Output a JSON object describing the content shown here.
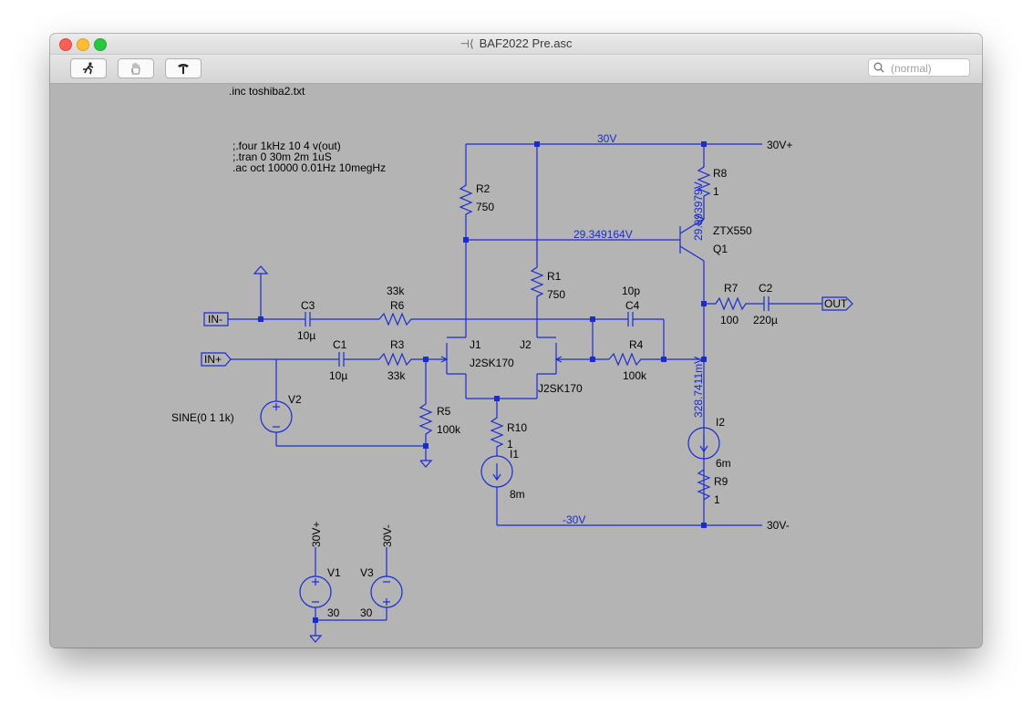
{
  "window": {
    "title": "BAF2022 Pre.asc"
  },
  "toolbar": {
    "buttons": [
      {
        "name": "run-button",
        "icon": "running-man-icon"
      },
      {
        "name": "halt-button",
        "icon": "hand-icon"
      },
      {
        "name": "probe-button",
        "icon": "probe-icon"
      }
    ],
    "search": {
      "placeholder": "(normal)",
      "value": ""
    }
  },
  "directives": {
    "inc": ".inc toshiba2.txt",
    "four": ";.four 1kHz 10 4 v(out)",
    "tran": ";.tran 0 30m 2m 1uS",
    "ac": ".ac oct 10000 0.01Hz 10megHz"
  },
  "nets": {
    "pos_rail": "30V+",
    "neg_rail": "30V-",
    "in_minus": "IN-",
    "in_plus": "IN+",
    "out": "OUT",
    "v1_top": "30V+",
    "v3_top": "30V-"
  },
  "components": {
    "R2": {
      "name": "R2",
      "value": "750"
    },
    "R1": {
      "name": "R1",
      "value": "750"
    },
    "R8": {
      "name": "R8",
      "value": "1"
    },
    "Q1": {
      "name": "Q1",
      "model": "ZTX550"
    },
    "R6": {
      "name": "R6",
      "value": "33k"
    },
    "C3": {
      "name": "C3",
      "value": "10µ"
    },
    "C1": {
      "name": "C1",
      "value": "10µ"
    },
    "R3": {
      "name": "R3",
      "value": "33k"
    },
    "J1": {
      "name": "J1",
      "model": "J2SK170"
    },
    "J2": {
      "name": "J2",
      "model": "J2SK170"
    },
    "C4": {
      "name": "C4",
      "value": "10p"
    },
    "R4": {
      "name": "R4",
      "value": "100k"
    },
    "R7": {
      "name": "R7",
      "value": "100"
    },
    "C2": {
      "name": "C2",
      "value": "220µ"
    },
    "R5": {
      "name": "R5",
      "value": "100k"
    },
    "V2": {
      "name": "V2",
      "value": "SINE(0 1 1k)"
    },
    "R10": {
      "name": "R10",
      "value": "1"
    },
    "I1": {
      "name": "I1",
      "value": "8m"
    },
    "I2": {
      "name": "I2",
      "value": "6m"
    },
    "R9": {
      "name": "R9",
      "value": "1"
    },
    "V1": {
      "name": "V1",
      "value": "30"
    },
    "V3": {
      "name": "V3",
      "value": "30"
    }
  },
  "annotations": {
    "rail_top": "30V",
    "rail_bottom": "-30V",
    "q1_base": "29.349164V",
    "q1_emitter": "29.993979V",
    "out_node": "328.7411mV"
  },
  "colors": {
    "wire": "#1a2bcf",
    "background": "#b4b4b4",
    "text": "#000000"
  }
}
